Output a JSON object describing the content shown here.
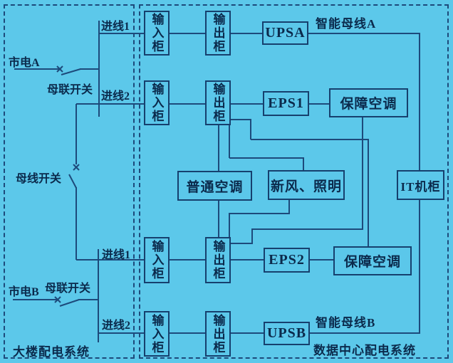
{
  "colors": {
    "background": "#5cc8ea",
    "line": "#1d4a7b",
    "text": "#0b2a4c"
  },
  "left": {
    "region_label": "大楼配电系统",
    "source_a": "市电A",
    "source_b": "市电B",
    "tie_switch_a": "母联开关",
    "tie_switch_b": "母联开关",
    "bus_switch": "母线开关",
    "feeder_a1": "进线1",
    "feeder_a2": "进线2",
    "feeder_b1": "进线1",
    "feeder_b2": "进线2"
  },
  "right": {
    "region_label": "数据中心配电系统",
    "input_cabinet": "输入柜",
    "output_cabinet": "输出柜",
    "ups_a": "UPSA",
    "eps1": "EPS1",
    "eps2": "EPS2",
    "ups_b": "UPSB",
    "smart_busway_a": "智能母线A",
    "smart_busway_b": "智能母线B",
    "it_cabinet": "IT机柜",
    "guaranteed_ac_1": "保障空调",
    "guaranteed_ac_2": "保障空调",
    "normal_ac": "普通空调",
    "fresh_air_lighting": "新风、照明"
  }
}
